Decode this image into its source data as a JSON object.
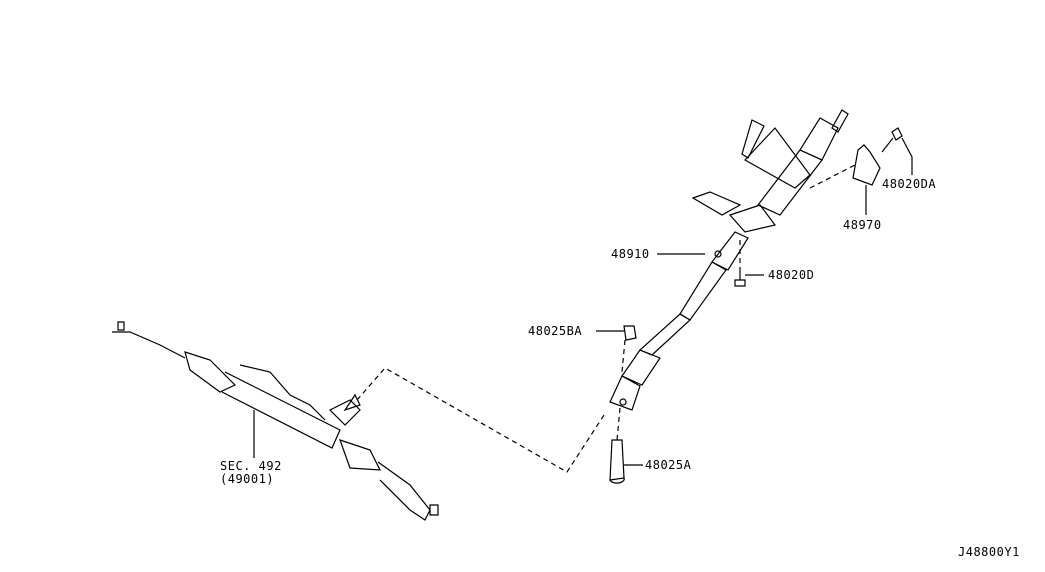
{
  "labels": {
    "part_48020DA": "48020DA",
    "part_48970": "48970",
    "part_48910": "48910",
    "part_48020D": "48020D",
    "part_48025BA": "48025BA",
    "part_48025A": "48025A",
    "sec_ref": "SEC. 492",
    "sec_ref_sub": "(49001)",
    "diagram_id": "J48800Y1"
  }
}
